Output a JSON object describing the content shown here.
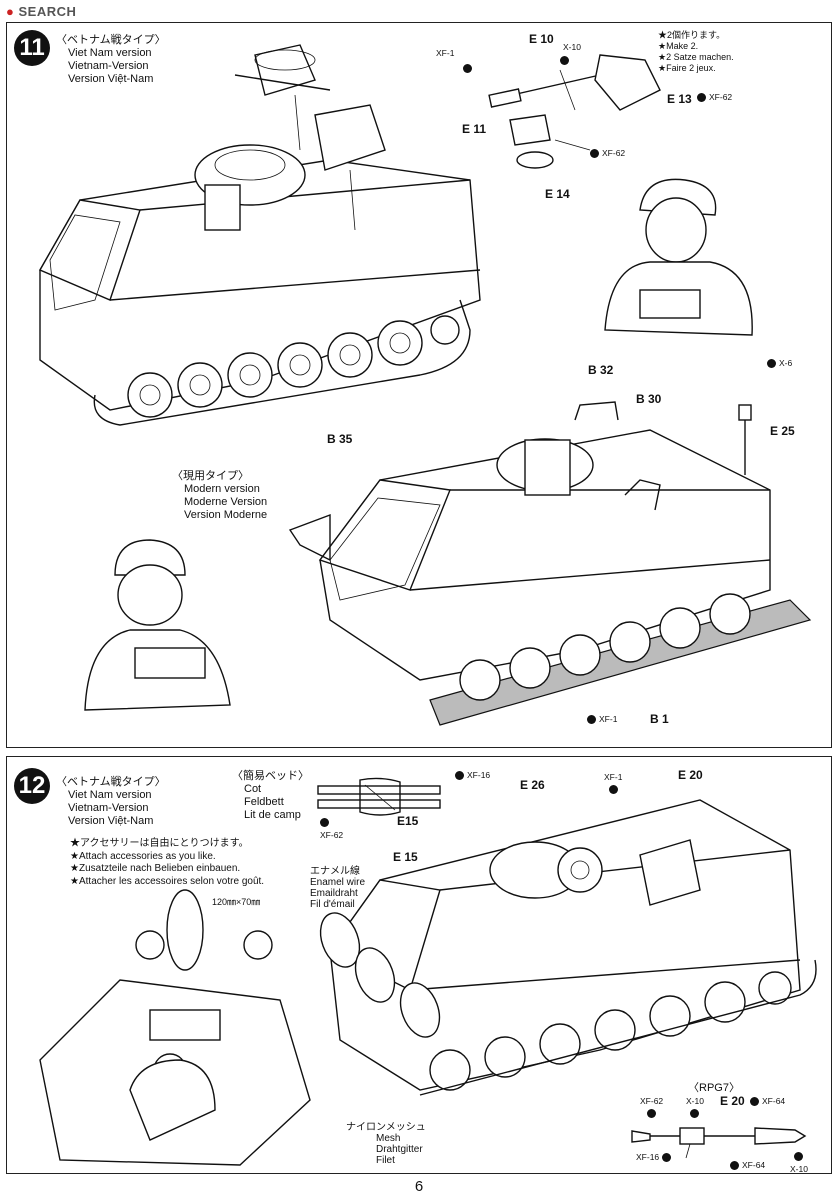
{
  "watermark": "SEARCH",
  "step11": {
    "number": "11",
    "title_jp": "〈ベトナム戦タイプ〉",
    "title_lines": [
      "Viet Nam version",
      "Vietnam-Version",
      "Version Việt-Nam"
    ],
    "modern_title_jp": "〈現用タイプ〉",
    "modern_lines": [
      "Modern version",
      "Moderne Version",
      "Version Moderne"
    ],
    "make2_jp": "★2個作ります。",
    "make2_lines": [
      "★Make 2.",
      "★2 Satze machen.",
      "★Faire 2 jeux."
    ],
    "parts": {
      "e10": "E 10",
      "e11": "E 11",
      "e13": "E 13",
      "e14": "E 14",
      "b32": "B 32",
      "b30": "B 30",
      "b35": "B 35",
      "e25": "E 25",
      "b1": "B 1"
    },
    "paints": {
      "xf1_a": "XF-1",
      "x10_a": "X-10",
      "xf62_a": "XF-62",
      "xf62_b": "XF-62",
      "x6": "X-6",
      "xf1_b": "XF-1"
    }
  },
  "step12": {
    "number": "12",
    "title_jp": "〈ベトナム戦タイプ〉",
    "title_lines": [
      "Viet Nam version",
      "Vietnam-Version",
      "Version Việt-Nam"
    ],
    "cot_jp": "〈簡易ベッド〉",
    "cot_lines": [
      "Cot",
      "Feldbett",
      "Lit de camp"
    ],
    "accessory_notes": [
      "★アクセサリーは自由にとりつけます。",
      "★Attach accessories as you like.",
      "★Zusatzteile nach Belieben einbauen.",
      "★Attacher les accessoires selon votre goût."
    ],
    "dimension": "120㎜×70㎜",
    "wire_jp": "エナメル線",
    "wire_lines": [
      "Enamel wire",
      "Emaildraht",
      "Fil d'émail"
    ],
    "mesh_jp": "ナイロンメッシュ",
    "mesh_lines": [
      "Mesh",
      "Drahtgitter",
      "Filet"
    ],
    "rpg_title": "〈RPG7〉",
    "parts": {
      "e15_a": "E15",
      "e15_b": "E 15",
      "e26": "E 26",
      "e20_a": "E 20",
      "e20_b": "E 20"
    },
    "paints": {
      "xf16_a": "XF-16",
      "xf62_a": "XF-62",
      "xf1": "XF-1",
      "xf62_b": "XF-62",
      "x10_a": "X-10",
      "xf64_a": "XF-64",
      "xf16_b": "XF-16",
      "xf64_b": "XF-64",
      "x10_b": "X-10"
    }
  },
  "page_number": "6"
}
